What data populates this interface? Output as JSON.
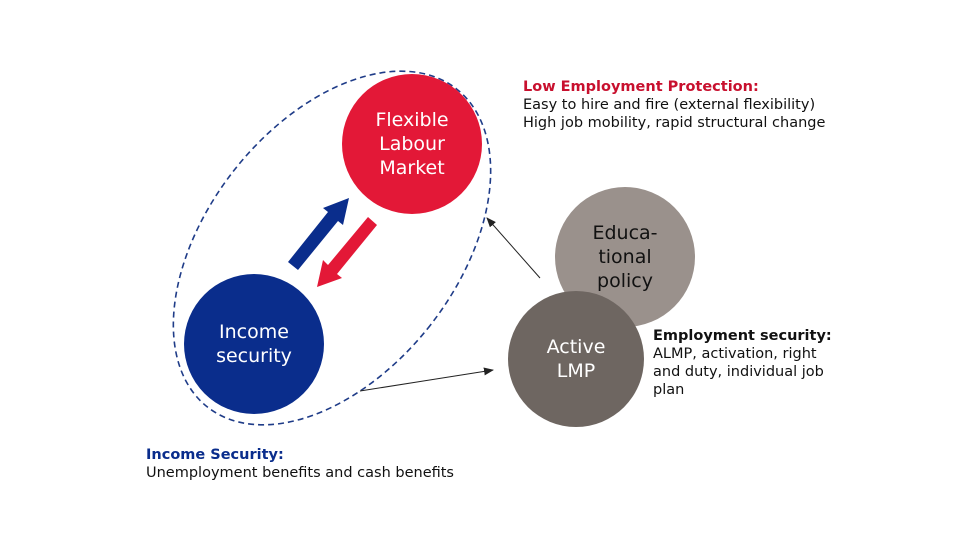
{
  "colors": {
    "red": "#e31837",
    "navy": "#0a2d8c",
    "grey_light": "#9a918c",
    "grey_dark": "#6e6661",
    "dashed": "#1f3c88"
  },
  "nodes": {
    "flexible": {
      "lines": [
        "Flexible",
        "Labour",
        "Market"
      ]
    },
    "income": {
      "lines": [
        "Income",
        "security"
      ]
    },
    "educational": {
      "lines": [
        "Educa-",
        "tional",
        "policy"
      ]
    },
    "active": {
      "lines": [
        "Active",
        "LMP"
      ]
    }
  },
  "annotations": {
    "low_employment": {
      "heading": "Low Employment Protection:",
      "lines": [
        "Easy to hire and fire (external flexibility)",
        "High job mobility, rapid structural change"
      ]
    },
    "employment_security": {
      "heading": "Employment security:",
      "lines": [
        "ALMP, activation, right",
        "and duty, individual job",
        "plan"
      ]
    },
    "income_security": {
      "heading": "Income Security:",
      "lines": [
        "Unemployment benefits and cash benefits"
      ]
    }
  }
}
